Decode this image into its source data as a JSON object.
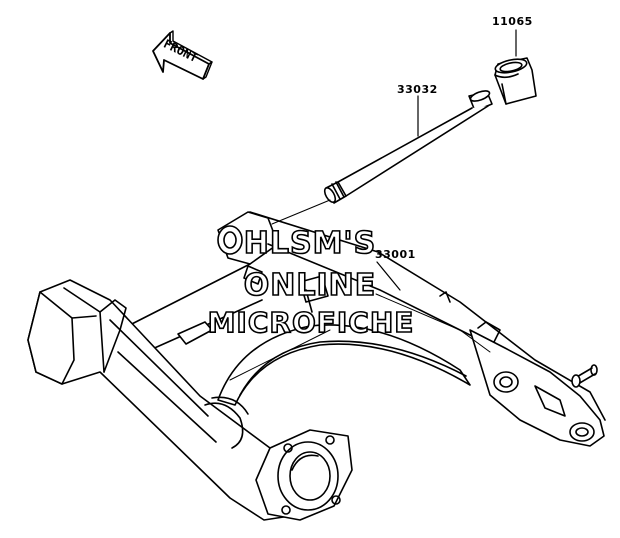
{
  "direction_arrow": {
    "label": "FRONT"
  },
  "parts": [
    {
      "number": "11065"
    },
    {
      "number": "33032"
    },
    {
      "number": "33001"
    }
  ],
  "watermark": {
    "line1": "HLSM'S",
    "line2": "ONLINE",
    "line3": "MICROFICHE"
  },
  "colors": {
    "ink": "#000000",
    "paper": "#ffffff",
    "watermark_fill": "#ffffff"
  }
}
